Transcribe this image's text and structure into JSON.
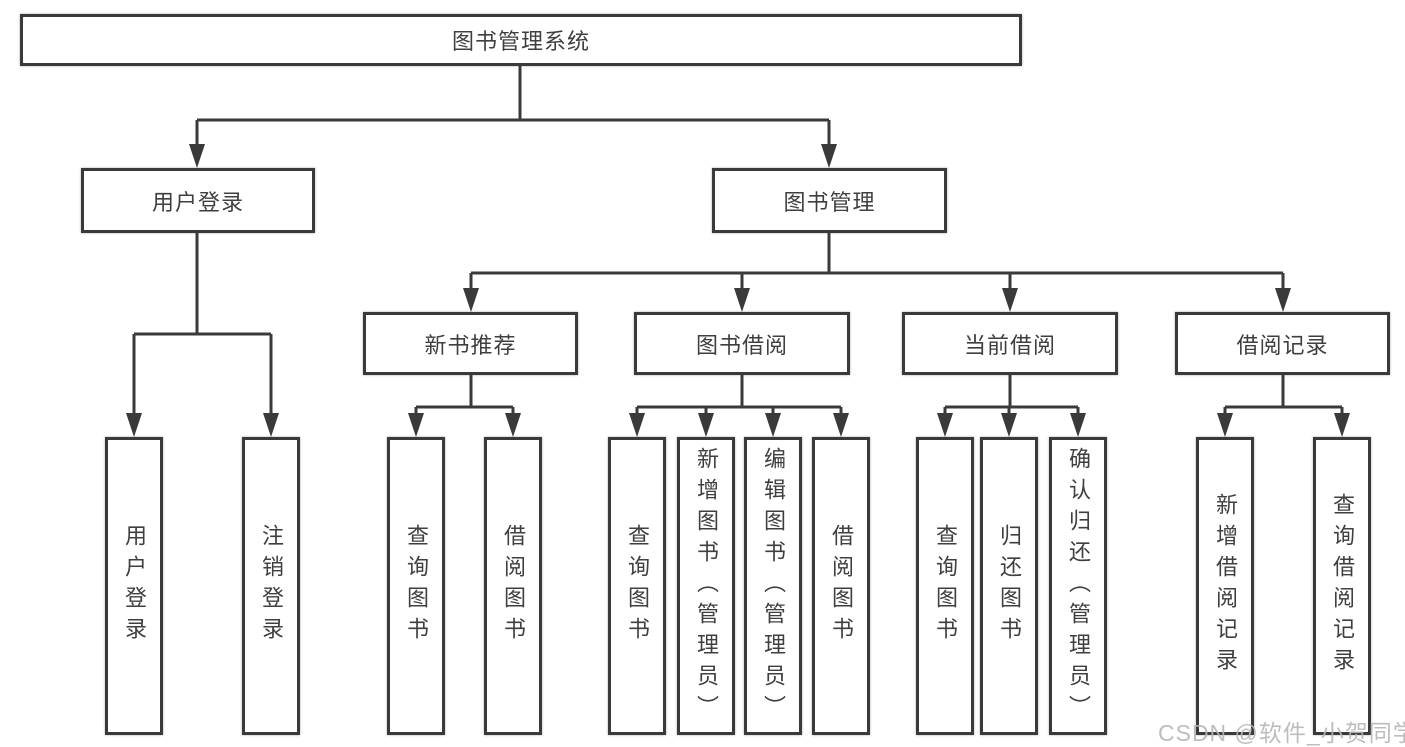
{
  "diagram": {
    "title": "图书管理系统",
    "root": {
      "label": "图书管理系统"
    },
    "level2": [
      {
        "label": "用户登录"
      },
      {
        "label": "图书管理"
      }
    ],
    "level3": [
      {
        "label": "新书推荐",
        "parent": "图书管理"
      },
      {
        "label": "图书借阅",
        "parent": "图书管理"
      },
      {
        "label": "当前借阅",
        "parent": "图书管理"
      },
      {
        "label": "借阅记录",
        "parent": "图书管理"
      }
    ],
    "leaves": [
      {
        "label": "用户登录",
        "parent": "用户登录"
      },
      {
        "label": "注销登录",
        "parent": "用户登录"
      },
      {
        "label": "查询图书",
        "parent": "新书推荐"
      },
      {
        "label": "借阅图书",
        "parent": "新书推荐"
      },
      {
        "label": "查询图书",
        "parent": "图书借阅"
      },
      {
        "label": "新增图书（管理员）",
        "parent": "图书借阅"
      },
      {
        "label": "编辑图书（管理员）",
        "parent": "图书借阅"
      },
      {
        "label": "借阅图书",
        "parent": "图书借阅"
      },
      {
        "label": "查询图书",
        "parent": "当前借阅"
      },
      {
        "label": "归还图书",
        "parent": "当前借阅"
      },
      {
        "label": "确认归还（管理员）",
        "parent": "当前借阅"
      },
      {
        "label": "新增借阅记录",
        "parent": "借阅记录"
      },
      {
        "label": "查询借阅记录",
        "parent": "借阅记录"
      }
    ],
    "colors": {
      "line": "#3a3a3a",
      "box_border": "#3a3a3a",
      "text": "#3f3f3f",
      "background": "#ffffff",
      "watermark": "#b6b6b6"
    }
  },
  "watermark": {
    "text": "CSDN @软件_小贺同学"
  }
}
